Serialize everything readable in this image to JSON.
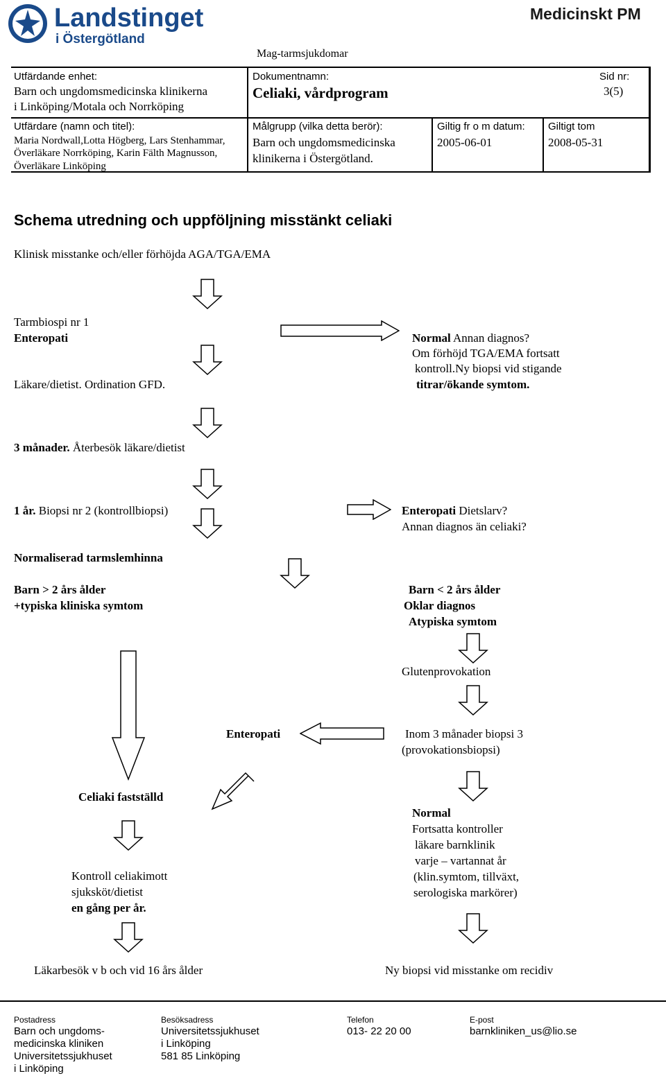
{
  "header": {
    "logo_main": "Landstinget",
    "logo_sub": "i Östergötland",
    "doc_type": "Medicinskt PM",
    "category": "Mag-tarmsjukdomar",
    "issuing_unit_label": "Utfärdande enhet:",
    "issuing_unit_line1": "Barn och ungdomsmedicinska klinikerna",
    "issuing_unit_line2": "i Linköping/Motala och Norrköping",
    "doc_name_label": "Dokumentnamn:",
    "doc_name": "Celiaki, vårdprogram",
    "page_label": "Sid nr:",
    "page_value": "3(5)",
    "issuer_label": "Utfärdare (namn och titel):",
    "issuer_line1": "Maria Nordwall,Lotta Högberg, Lars Stenhammar,",
    "issuer_line2": "Överläkare Norrköping, Karin Fälth Magnusson,",
    "issuer_line3": "Överläkare Linköping",
    "target_label": "Målgrupp (vilka detta berör):",
    "target_line1": "Barn och ungdomsmedicinska",
    "target_line2": "klinikerna i Östergötland.",
    "valid_from_label": "Giltig fr o m datum:",
    "valid_from": "2005-06-01",
    "valid_to_label": "Giltigt tom",
    "valid_to": "2008-05-31"
  },
  "schema": {
    "title": "Schema utredning och uppföljning misstänkt celiaki",
    "step_suspicion": "Klinisk misstanke och/eller förhöjda AGA/TGA/EMA",
    "biopsy1": "Tarmbiospi nr 1",
    "enteropathy": "Enteropati",
    "gfd_a": "Läkare/dietist. ",
    "gfd_b": "Ordination GFD.",
    "normal_bold": "Normal",
    "normal_rest": " Annan diagnos?",
    "normal_l2": "Om förhöjd TGA/EMA fortsatt",
    "normal_l3": "kontroll.Ny biopsi vid stigande",
    "normal_l4": "titrar/ökande symtom.",
    "three_months_bold": "3 månader.",
    "three_months_rest": " Återbesök läkare/dietist",
    "one_year_bold": "1 år.",
    "one_year_rest": " Biopsi nr 2 (kontrollbiopsi)",
    "entero2_bold": "Enteropati",
    "entero2_rest": " Dietslarv?",
    "entero2_l2": "Annan diagnos än celiaki?",
    "normalized": "Normaliserad tarmslemhinna",
    "child_over2": "Barn > 2 års ålder",
    "typical": "+typiska kliniska symtom",
    "child_under2": "Barn < 2 års ålder",
    "unclear": "Oklar diagnos",
    "atypical": "Atypiska symtom",
    "gluten": "Glutenprovokation",
    "entero3": "Enteropati",
    "within3_l1": "Inom 3 månader biopsi 3",
    "within3_l2": "(provokationsbiopsi)",
    "celiac_confirmed": "Celiaki fastställd",
    "control_l1": "Kontroll celiakimott",
    "control_l2": "sjuksköt/dietist",
    "control_l3": "en gång per år.",
    "normal2": "Normal",
    "normal2_l2": "Fortsatta kontroller",
    "normal2_l3": "läkare barnklinik",
    "normal2_l4": "varje – vartannat år",
    "normal2_l5": "(klin.symtom, tillväxt,",
    "normal2_l6": "serologiska markörer)",
    "doctor_visit": "Läkarbesök v b och vid 16 års ålder",
    "new_biopsy": "Ny biopsi vid misstanke om recidiv"
  },
  "footer": {
    "address_label": "Postadress",
    "address_l1": "Barn och ungdoms-",
    "address_l2": "medicinska kliniken",
    "address_l3": "Universitetssjukhuset",
    "address_l4": "i Linköping",
    "visit_label": "Besöksadress",
    "visit_l1": "Universitetssjukhuset",
    "visit_l2": "i Linköping",
    "visit_l3": "581 85 Linköping",
    "phone_label": "Telefon",
    "phone": "013- 22 20 00",
    "email_label": "E-post",
    "email": "barnkliniken_us@lio.se"
  }
}
